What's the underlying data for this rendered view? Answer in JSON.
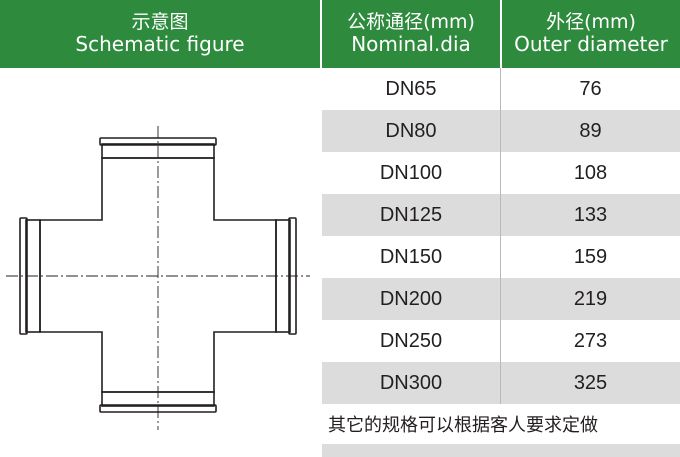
{
  "header": {
    "schematic_zh": "示意图",
    "schematic_en": "Schematic figure",
    "nominal_zh": "公称通径(mm)",
    "nominal_en": "Nominal.dia",
    "outer_zh": "外径(mm)",
    "outer_en": "Outer diameter"
  },
  "rows": [
    {
      "nominal": "DN65",
      "outer": "76"
    },
    {
      "nominal": "DN80",
      "outer": "89"
    },
    {
      "nominal": "DN100",
      "outer": "108"
    },
    {
      "nominal": "DN125",
      "outer": "133"
    },
    {
      "nominal": "DN150",
      "outer": "159"
    },
    {
      "nominal": "DN200",
      "outer": "219"
    },
    {
      "nominal": "DN250",
      "outer": "273"
    },
    {
      "nominal": "DN300",
      "outer": "325"
    }
  ],
  "note": "其它的规格可以根据客人要求定做",
  "colors": {
    "header_green": "#2e8b3e",
    "row_shade": "#dcdcdd",
    "line": "#231f20"
  }
}
